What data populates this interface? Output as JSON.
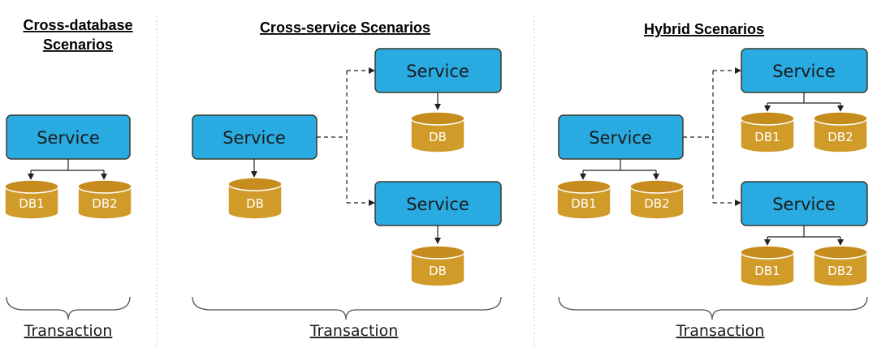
{
  "panels": {
    "cross_database": {
      "heading_line1": "Cross-database",
      "heading_line2": "Scenarios",
      "service": "Service",
      "db1": "DB1",
      "db2": "DB2",
      "transaction": "Transaction"
    },
    "cross_service": {
      "heading": "Cross-service Scenarios",
      "service_main": "Service",
      "db_main": "DB",
      "service_top": "Service",
      "db_top": "DB",
      "service_bottom": "Service",
      "db_bottom": "DB",
      "transaction": "Transaction"
    },
    "hybrid": {
      "heading": "Hybrid Scenarios",
      "service_main": "Service",
      "main_db1": "DB1",
      "main_db2": "DB2",
      "service_top": "Service",
      "top_db1": "DB1",
      "top_db2": "DB2",
      "service_bottom": "Service",
      "bottom_db1": "DB1",
      "bottom_db2": "DB2",
      "transaction": "Transaction"
    }
  },
  "colors": {
    "service_fill": "#29abe2",
    "db_fill": "#d19b2a"
  }
}
